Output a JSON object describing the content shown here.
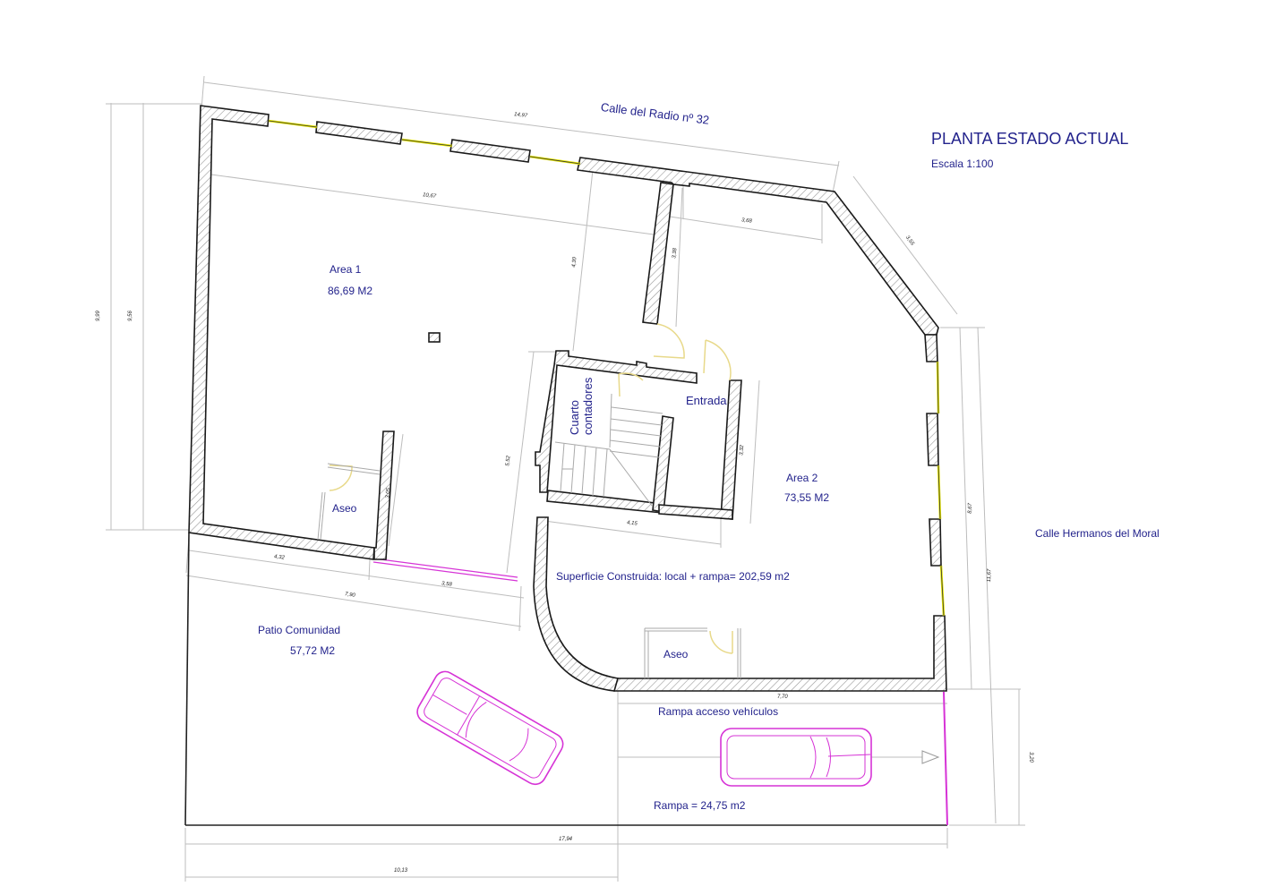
{
  "title": {
    "main": "PLANTA ESTADO ACTUAL",
    "scale": "Escala 1:100"
  },
  "streets": {
    "north": "Calle del Radio nº 32",
    "east": "Calle Hermanos del Moral"
  },
  "rooms": {
    "area1": {
      "name": "Area 1",
      "area": "86,69 M2"
    },
    "area2": {
      "name": "Area 2",
      "area": "73,55 M2"
    },
    "cuarto": {
      "name_line1": "Cuarto",
      "name_line2": "contadores"
    },
    "entrada": {
      "name": "Entrada"
    },
    "aseo1": {
      "name": "Aseo"
    },
    "aseo2": {
      "name": "Aseo"
    },
    "patio": {
      "name": "Patio Comunidad",
      "area": "57,72 M2"
    },
    "rampa_label": "Rampa acceso vehículos",
    "rampa_area": "Rampa = 24,75 m2"
  },
  "summary": {
    "superficie": "Superficie Construida: local + rampa= 202,59 m2"
  },
  "dimensions": {
    "top_outer": "14,97",
    "top_inner": "10,67",
    "right_top": "3,68",
    "diag": "3,55",
    "left_outer": "9,99",
    "left_inner": "9,56",
    "mid_vertical": "4,30",
    "partition": "3,38",
    "stair_vertical": "5,52",
    "entrada_vertical": "3,32",
    "aseo_vertical": "3,05",
    "stair_width": "4,15",
    "bottom_left_a": "4,32",
    "bottom_left_b": "3,58",
    "bottom_left_total": "7,90",
    "right_inner": "8,67",
    "right_outer": "11,67",
    "ramp_width": "7,70",
    "ramp_height": "3,20",
    "site_total": "17,94",
    "site_partial": "10,13"
  },
  "colors": {
    "text": "#23238c",
    "wall": "#1a1a1a",
    "hatch": "#9a9a9a",
    "dimension": "#b8b8b8",
    "window": "#e6e600",
    "door": "#e8d98a",
    "car": "#d633d6"
  }
}
